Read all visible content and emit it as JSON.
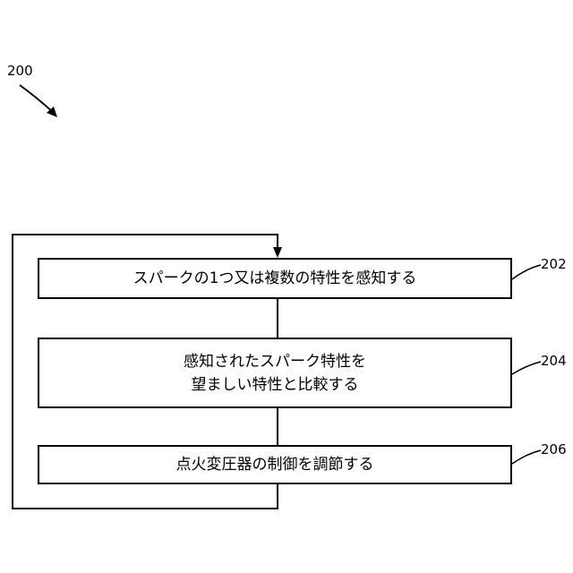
{
  "figure": {
    "label": "200",
    "steps": [
      {
        "ref": "202",
        "lines": [
          "スパークの1つ又は複数の特性を感知する"
        ]
      },
      {
        "ref": "204",
        "lines": [
          "感知されたスパーク特性を",
          "望ましい特性と比較する"
        ]
      },
      {
        "ref": "206",
        "lines": [
          "点火変圧器の制御を調節する"
        ]
      }
    ]
  }
}
